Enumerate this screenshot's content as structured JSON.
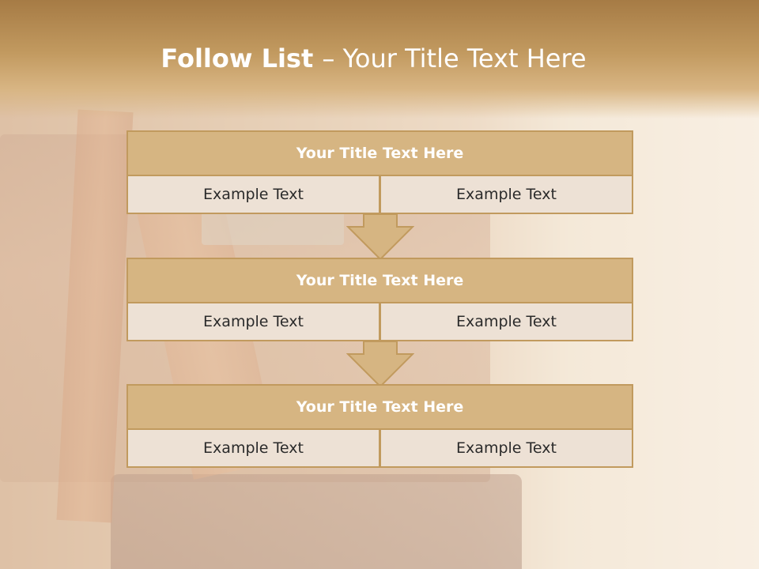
{
  "slide": {
    "title_bold": "Follow List ",
    "title_rest": " – Your Title Text Here"
  },
  "blocks": [
    {
      "title": "Your Title Text Here",
      "left": "Example Text",
      "right": "Example Text"
    },
    {
      "title": "Your Title Text Here",
      "left": "Example Text",
      "right": "Example Text"
    },
    {
      "title": "Your Title Text Here",
      "left": "Example Text",
      "right": "Example Text"
    }
  ],
  "colors": {
    "block_title_fill": "#d6b582",
    "block_border": "#c19a5e",
    "cell_fill": "#ede1d5",
    "arrow_fill": "#d6b582",
    "title_band": "#b48a50"
  }
}
